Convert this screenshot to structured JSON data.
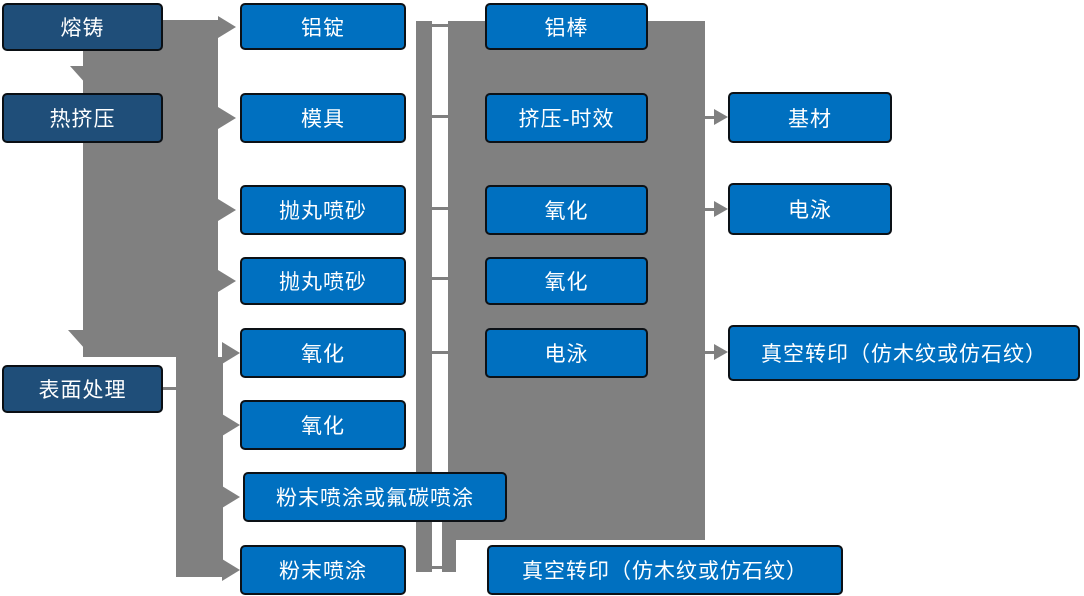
{
  "diagram": {
    "type": "flowchart",
    "language": "zh-CN",
    "colors": {
      "stage_node_fill": "#1F4E79",
      "process_node_fill": "#0070C0",
      "connector_gray": "#808080",
      "node_text": "#FFFFFF",
      "node_border": "#0C1116"
    },
    "nodes": {
      "stage_col": [
        "熔铸",
        "热挤压",
        "表面处理"
      ],
      "process_col": [
        "铝锭",
        "模具",
        "抛丸喷砂",
        "抛丸喷砂",
        "氧化",
        "氧化",
        "粉末喷涂或氟碳喷涂",
        "粉末喷涂"
      ],
      "intermediate_col": [
        "铝棒",
        "挤压-时效",
        "氧化",
        "氧化",
        "电泳"
      ],
      "output_col": [
        "基材",
        "电泳",
        "真空转印（仿木纹或仿石纹）"
      ],
      "bottom_output": "真空转印（仿木纹或仿石纹）"
    }
  }
}
